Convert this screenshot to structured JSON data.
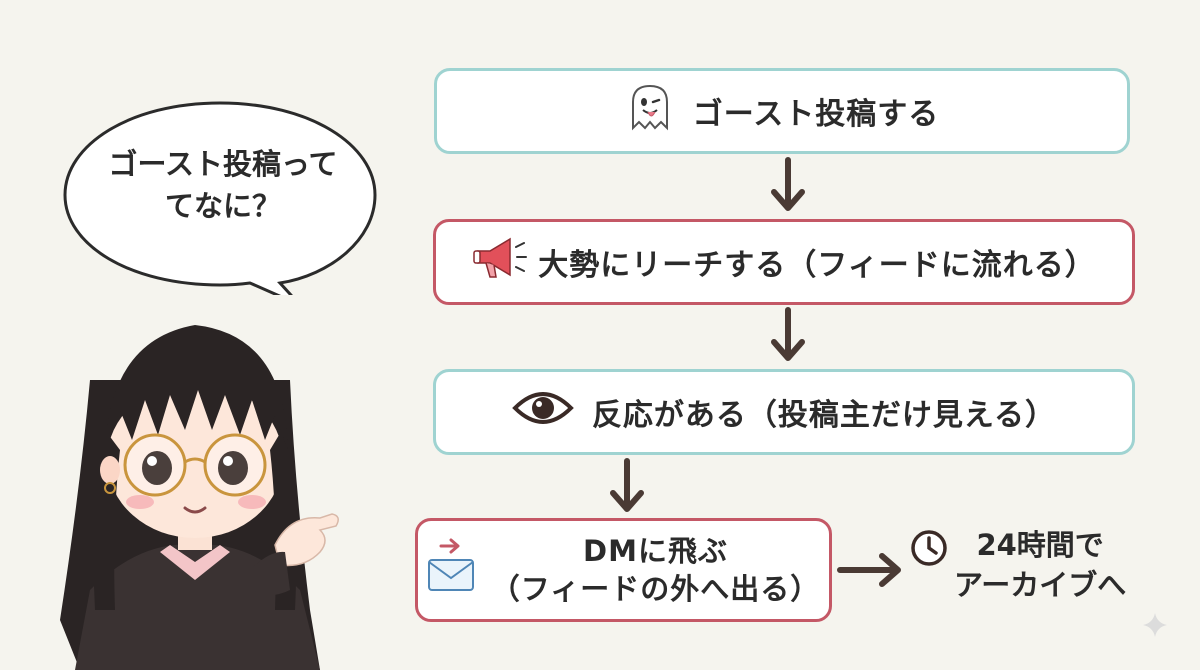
{
  "speech_bubble": {
    "line1": "ゴースト投稿って",
    "line2": "てなに？"
  },
  "flow": {
    "step1": {
      "label": "ゴースト投稿する",
      "icon": "ghost-icon"
    },
    "step2": {
      "label": "大勢にリーチする（フィードに流れる）",
      "icon": "megaphone-icon"
    },
    "step3": {
      "label": "反応がある（投稿主だけ見える）",
      "icon": "eye-icon"
    },
    "step4": {
      "line1": "DMに飛ぶ",
      "line2": "（フィードの外へ出る）",
      "icon": "envelope-arrow-icon"
    },
    "result": {
      "line1": "24時間で",
      "line2": "アーカイブへ",
      "icon": "clock-icon"
    }
  },
  "colors": {
    "teal_border": "#9fd3d1",
    "red_border": "#c45866",
    "arrow": "#4a3a34",
    "background": "#f5f4ee"
  }
}
